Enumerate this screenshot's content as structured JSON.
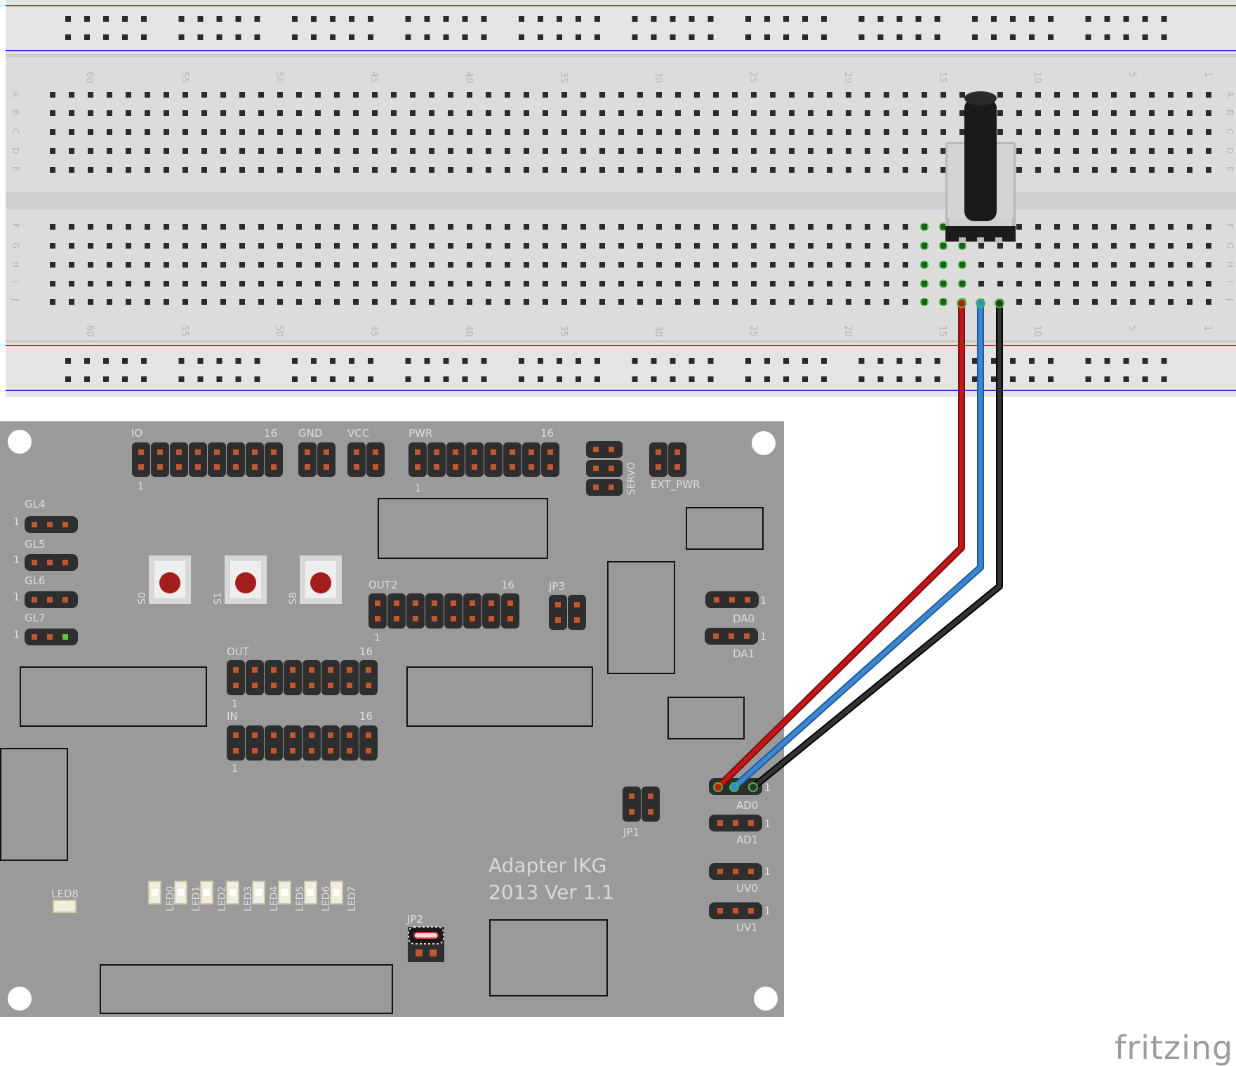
{
  "breadboard": {
    "column_numbers": [
      "60",
      "55",
      "50",
      "45",
      "40",
      "35",
      "30",
      "25",
      "20",
      "15",
      "10",
      "5",
      "1"
    ],
    "rows_top": [
      "A",
      "B",
      "C",
      "D",
      "E"
    ],
    "rows_bottom": [
      "F",
      "G",
      "H",
      "I",
      "J"
    ]
  },
  "board": {
    "title_line1": "Adapter IKG",
    "title_line2": "2013 Ver 1.1",
    "headers": {
      "io": "IO",
      "io_16": "16",
      "io_1": "1",
      "gnd": "GND",
      "vcc": "VCC",
      "pwr": "PWR",
      "pwr_16": "16",
      "pwr_1": "1",
      "servo": "SERVO",
      "ext_pwr": "EXT_PWR",
      "gl4": "GL4",
      "gl5": "GL5",
      "gl6": "GL6",
      "gl7": "GL7",
      "gl_1": "1",
      "s0": "S0",
      "s1": "S1",
      "s8": "S8",
      "out2": "OUT2",
      "out2_16": "16",
      "out2_1": "1",
      "jp3": "JP3",
      "out": "OUT",
      "out_16": "16",
      "out_1": "1",
      "in": "IN",
      "in_16": "16",
      "in_1": "1",
      "da0": "DA0",
      "da1": "DA1",
      "ad0": "AD0",
      "ad1": "AD1",
      "uv0": "UV0",
      "uv1": "UV1",
      "pin1": "1",
      "jp1": "JP1",
      "jp2": "JP2",
      "led8": "LED8",
      "leds": [
        "LED0",
        "LED1",
        "LED2",
        "LED3",
        "LED4",
        "LED5",
        "LED6",
        "LED7"
      ]
    }
  },
  "wires": [
    {
      "name": "red-wire",
      "color": "#c41717"
    },
    {
      "name": "blue-wire",
      "color": "#3c86d3"
    },
    {
      "name": "black-wire",
      "color": "#222222"
    }
  ],
  "colors": {
    "rail_red": "#d42a2a",
    "rail_blue": "#2a2ad4",
    "board": "#9a9a9a",
    "pin_pad": "#c0572f",
    "button_cap": "#a31d1d",
    "active_hole": "#38c138"
  },
  "logo": "fritzing"
}
